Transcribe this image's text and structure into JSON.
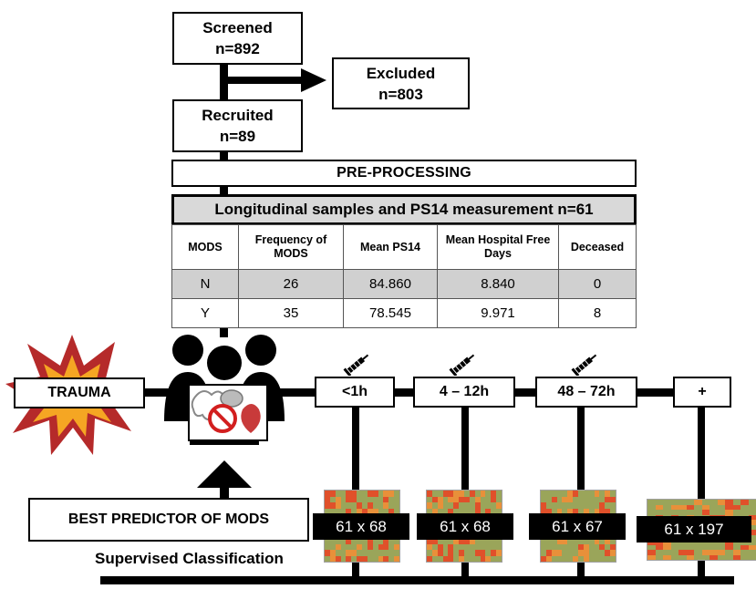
{
  "flow": {
    "screened": {
      "label": "Screened",
      "count": "n=892"
    },
    "excluded": {
      "label": "Excluded",
      "count": "n=803"
    },
    "recruited": {
      "label": "Recruited",
      "count": "n=89"
    },
    "preprocessing": "PRE-PROCESSING",
    "longitudinal": "Longitudinal samples and  PS14  measurement n=61"
  },
  "table": {
    "headers": [
      "MODS",
      "Frequency of MODS",
      "Mean PS14",
      "Mean Hospital Free Days",
      "Deceased"
    ],
    "rows": [
      [
        "N",
        "26",
        "84.860",
        "8.840",
        "0"
      ],
      [
        "Y",
        "35",
        "78.545",
        "9.971",
        "8"
      ]
    ]
  },
  "timeline": {
    "trauma": "TRAUMA",
    "timepoints": [
      "<1h",
      "4 – 12h",
      "48 – 72h",
      "+"
    ],
    "matrices": [
      "61 x 68",
      "61 x 68",
      "61 x  67",
      "61 x 197"
    ]
  },
  "bottom": {
    "best_predictor": "BEST PREDICTOR OF MODS",
    "supervised": "Supervised Classification"
  },
  "colors": {
    "matrix_green": "#9aa55a",
    "matrix_red": "#e0502a",
    "matrix_orange": "#e8903a",
    "trauma_red": "#b52a2a",
    "trauma_orange": "#f5a623"
  }
}
